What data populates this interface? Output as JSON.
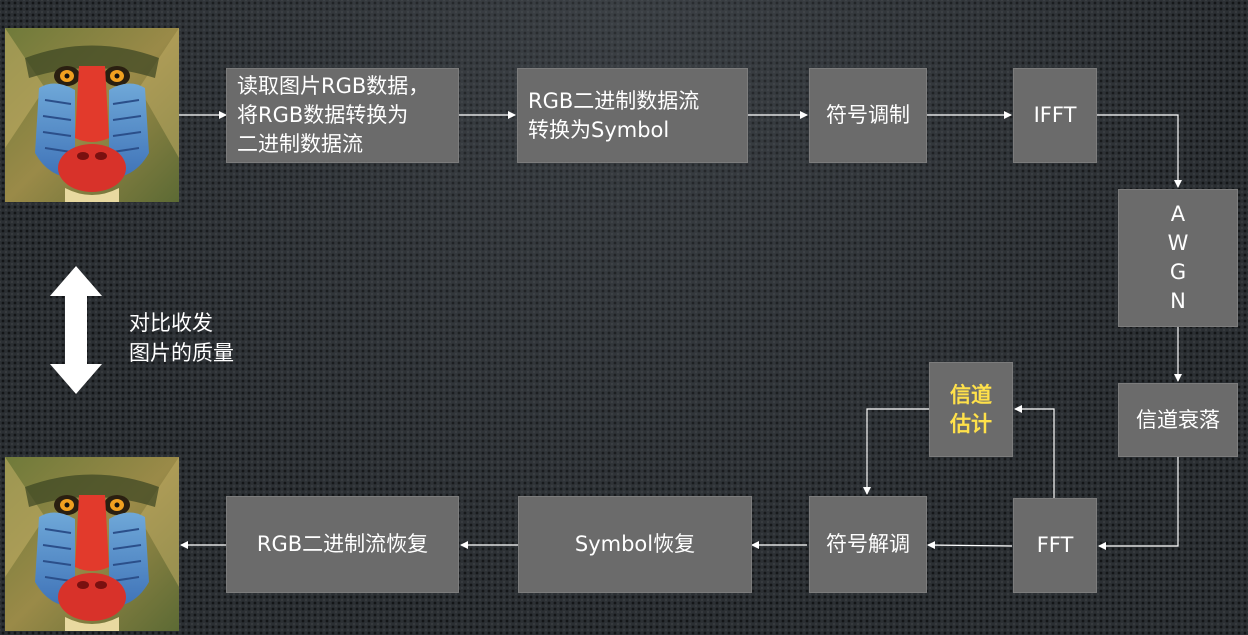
{
  "colors": {
    "box_fill": "#6b6b6b",
    "arrow": "#ffffff",
    "highlight_text": "#ffe14a"
  },
  "images": {
    "top": "mandrill-image",
    "bottom": "mandrill-image"
  },
  "blocks": {
    "read_rgb": "读取图片RGB数据，\n将RGB数据转换为\n二进制数据流",
    "to_symbol": "RGB二进制数据流\n转换为Symbol",
    "modulation": "符号调制",
    "ifft": "IFFT",
    "awgn": "A\nW\nG\nN",
    "fading": "信道衰落",
    "fft": "FFT",
    "channel_est": "信道\n估计",
    "demodulation": "符号解调",
    "symbol_recover": "Symbol恢复",
    "rgb_recover": "RGB二进制流恢复"
  },
  "compare_note": "对比收发\n图片的质量"
}
